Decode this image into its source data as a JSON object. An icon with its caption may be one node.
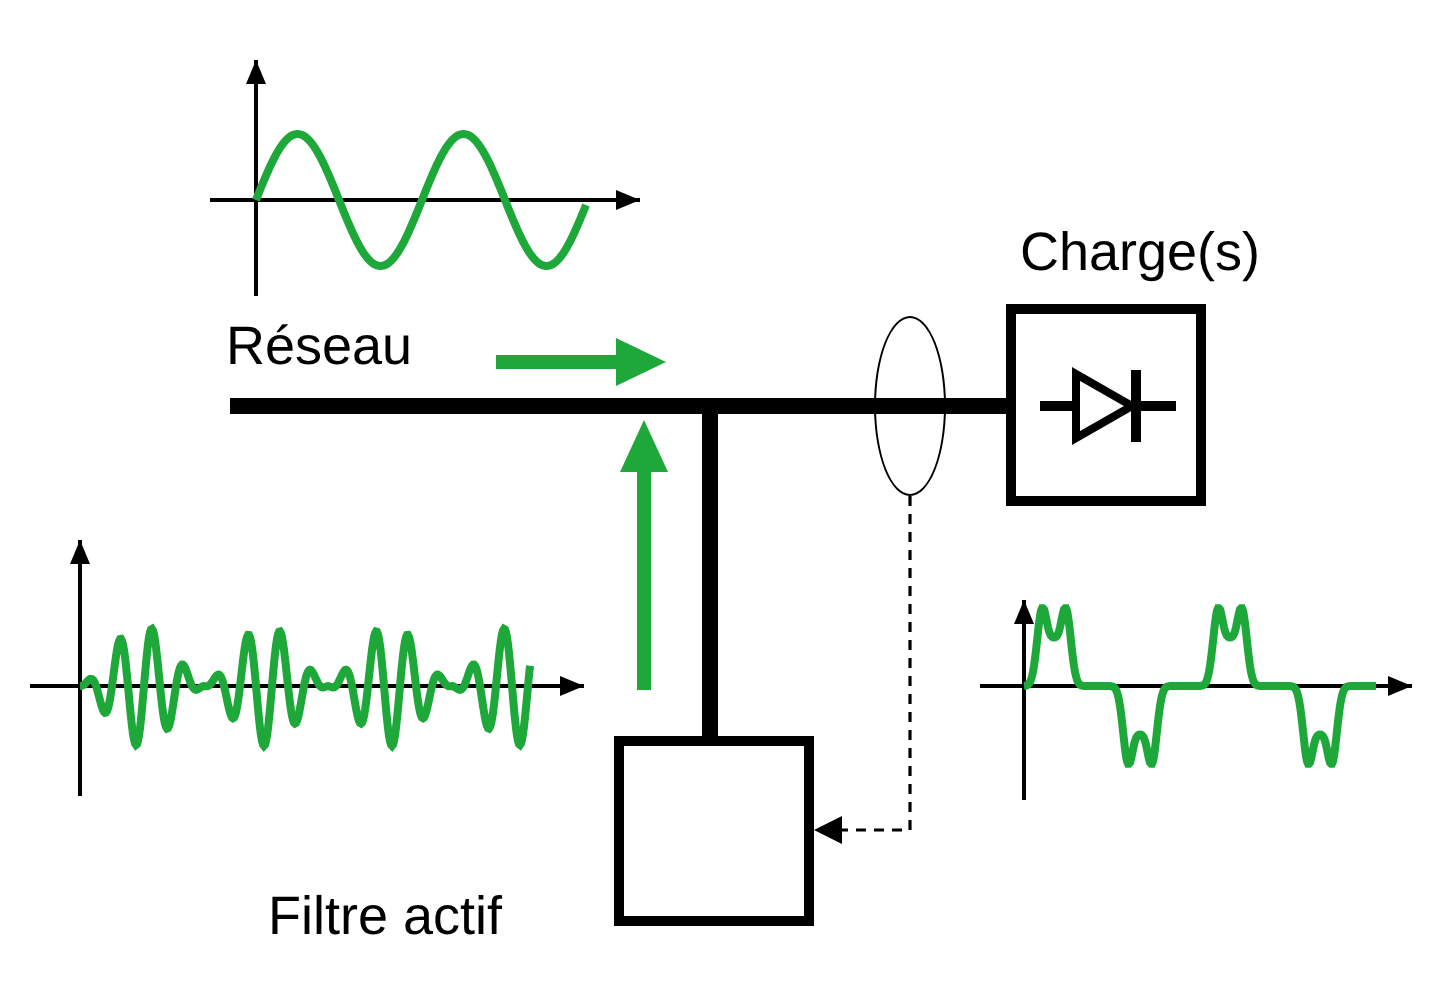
{
  "diagram": {
    "nodes": [
      {
        "text": [
          "Charge(s)"
        ]
      },
      {
        "text": [],
        "shape": "ellipse"
      },
      {
        "text": [
          "Filtre actif"
        ]
      }
    ],
    "edges": [
      {
        "from": null,
        "to": 0,
        "arrow": "none"
      },
      {
        "from": 2,
        "to": null,
        "arrow": "none"
      },
      {
        "from": 1,
        "to": 2,
        "arrow": "to",
        "style": "dashed"
      }
    ],
    "labels": [
      "Réseau"
    ]
  }
}
